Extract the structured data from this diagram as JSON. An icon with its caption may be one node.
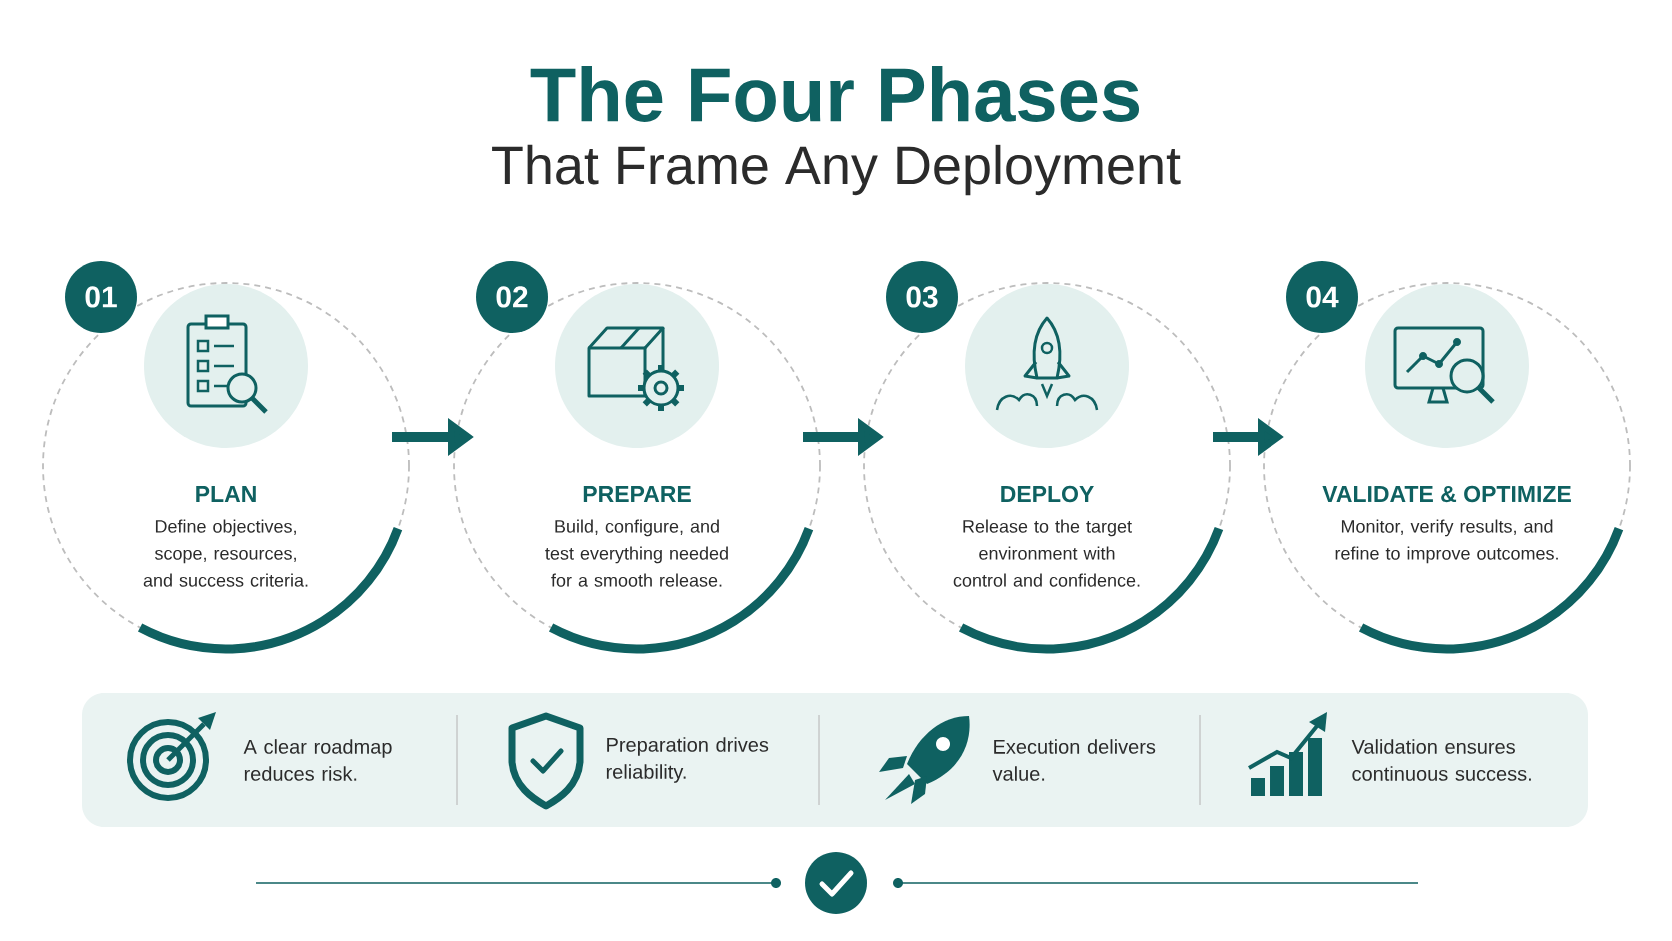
{
  "diagram": {
    "title": "The Four Phases",
    "nodes": [
      {
        "text": [
          "01"
        ]
      },
      {
        "text": [
          "PLAN",
          "Define objectives, scope, resources, and success criteria."
        ]
      },
      {
        "text": [
          "02"
        ]
      },
      {
        "text": [
          "PREPARE",
          "Build, configure, and test everything needed for a smooth release."
        ]
      },
      {
        "text": [
          "03"
        ]
      },
      {
        "text": [
          "DEPLOY",
          "Release to the target environment with control and confidence."
        ]
      },
      {
        "text": [
          "04"
        ]
      },
      {
        "text": [
          "VALIDATE & OPTIMIZE",
          "Monitor, verify results, and refine to improve outcomes."
        ]
      },
      {
        "text": [
          "A clear roadmap reduces risk.",
          "Preparation drives reliability.",
          "Execution delivers value.",
          "Validation ensures continuous success."
        ]
      }
    ],
    "edges": [
      {
        "from": 1,
        "to": 3,
        "arrow": "to"
      },
      {
        "from": 3,
        "to": 5,
        "arrow": "to"
      },
      {
        "from": 5,
        "to": 7,
        "arrow": "to"
      }
    ],
    "labels": [
      "That Frame Any Deployment"
    ]
  }
}
